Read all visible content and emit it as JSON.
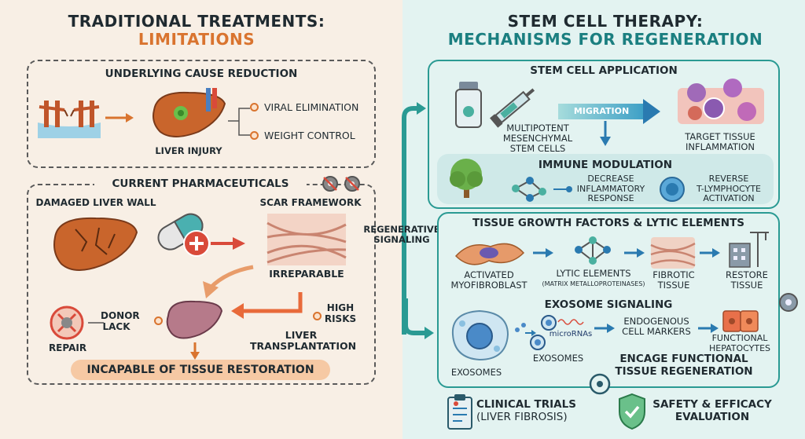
{
  "left": {
    "title_line1": "TRADITIONAL TREATMENTS:",
    "title_line2": "LIMITATIONS",
    "cause": {
      "title": "UNDERLYING CAUSE REDUCTION",
      "liver_label": "LIVER INJURY",
      "items": [
        "VIRAL ELIMINATION",
        "WEIGHT CONTROL"
      ]
    },
    "pharma": {
      "title": "CURRENT PHARMACEUTICALS",
      "damaged": "DAMAGED LIVER WALL",
      "scar": "SCAR FRAMEWORK",
      "irreparable": "IRREPARABLE",
      "donor_line1": "DONOR",
      "donor_line2": "LACK",
      "repair": "REPAIR",
      "risks_line1": "HIGH",
      "risks_line2": "RISKS",
      "transplant_line1": "LIVER",
      "transplant_line2": "TRANSPLANTATION",
      "incapable": "INCAPABLE OF TISSUE RESTORATION"
    }
  },
  "middle": {
    "signal_line1": "REGENERATIVE",
    "signal_line2": "SIGNALING"
  },
  "right": {
    "title_line1": "STEM CELL THERAPY:",
    "title_line2": "MECHANISMS FOR REGENERATION",
    "application": {
      "title": "STEM CELL APPLICATION",
      "migration": "MIGRATION",
      "cells_line1": "MULTIPOTENT",
      "cells_line2": "MESENCHYMAL",
      "cells_line3": "STEM CELLS",
      "target_line1": "TARGET TISSUE",
      "target_line2": "INFLAMMATION"
    },
    "immune": {
      "title": "IMMUNE MODULATION",
      "decrease_line1": "DECREASE",
      "decrease_line2": "INFLAMMATORY",
      "decrease_line3": "RESPONSE",
      "reverse_line1": "REVERSE",
      "reverse_line2": "T-LYMPHOCYTE",
      "reverse_line3": "ACTIVATION"
    },
    "growth": {
      "title": "TISSUE GROWTH FACTORS & LYTIC ELEMENTS",
      "myo_line1": "ACTIVATED",
      "myo_line2": "MYOFIBROBLAST",
      "lytic": "LYTIC ELEMENTS",
      "lytic_sub": "(MATRIX METALLOPROTEINASES)",
      "fibrotic_line1": "FIBROTIC",
      "fibrotic_line2": "TISSUE",
      "restore_line1": "RESTORE",
      "restore_line2": "TISSUE"
    },
    "exosome": {
      "title": "EXOSOME SIGNALING",
      "micro": "microRNAs",
      "exosomes_small": "EXOSOMES",
      "exosomes_big": "EXOSOMES",
      "markers_line1": "ENDOGENOUS",
      "markers_line2": "CELL MARKERS",
      "hep_line1": "FUNCTIONAL",
      "hep_line2": "HEPATOCYTES",
      "engage_line1": "ENCAGE FUNCTIONAL",
      "engage_line2": "TISSUE REGENERATION"
    },
    "footer": {
      "trials_line1": "CLINICAL TRIALS",
      "trials_line2": "(LIVER FIBROSIS)",
      "safety_line1": "SAFETY & EFFICACY",
      "safety_line2": "EVALUATION"
    }
  },
  "colors": {
    "orange": "#d9742f",
    "teal": "#1b7f80",
    "liver": "#c9652c"
  }
}
